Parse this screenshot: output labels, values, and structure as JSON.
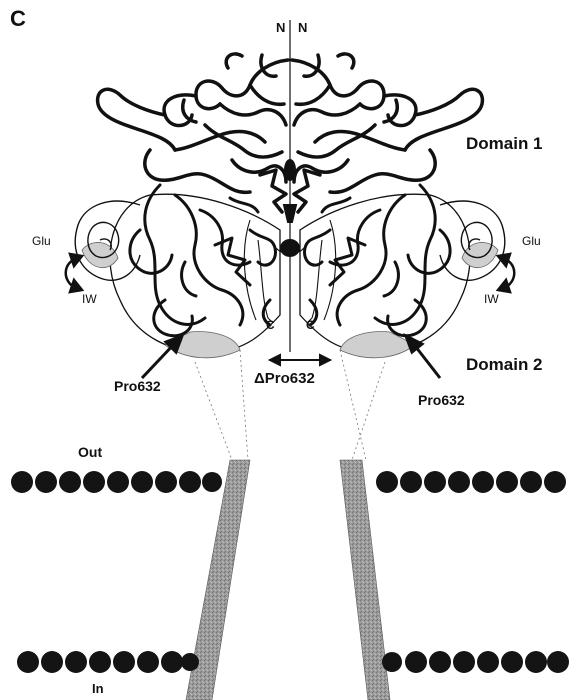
{
  "panel_letter": "C",
  "labels": {
    "n_left": "N",
    "n_right": "N",
    "domain1": "Domain 1",
    "domain2": "Domain 2",
    "glu_left": "Glu",
    "glu_right": "Glu",
    "iw_left": "IW",
    "iw_right": "IW",
    "c_left": "C",
    "c_right": "C",
    "pro632_left": "Pro632",
    "pro632_right": "Pro632",
    "delta_pro632": "ΔPro632",
    "out": "Out",
    "in": "In"
  },
  "colors": {
    "ink": "#111111",
    "lipid": "#141414",
    "helix": "#8c8c8c",
    "density": "#d0d0d0"
  }
}
